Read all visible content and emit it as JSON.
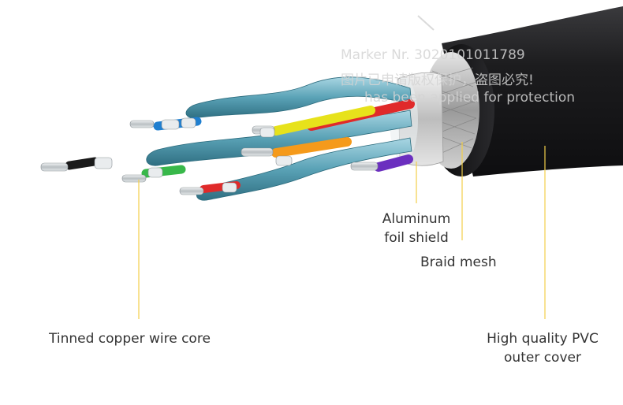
{
  "watermark": {
    "line1": "Marker Nr. 3020101011789",
    "line2": "图片已申请版权保护，盗图必究!",
    "line3": "has been applied for protection"
  },
  "callouts": {
    "tinned_copper": "Tinned copper wire core",
    "aluminum_foil_line1": "Aluminum",
    "aluminum_foil_line2": "foil shield",
    "braid_mesh": "Braid mesh",
    "pvc_line1": "High quality PVC",
    "pvc_line2": "outer cover"
  },
  "colors": {
    "leader_line": "#f2cf4a",
    "jacket": "#1c1c1e",
    "shield": "#6fb3c6",
    "wire_blue": "#1f7fd0",
    "wire_yellow": "#e7e21b",
    "wire_red": "#e02a2a",
    "wire_orange": "#f59a1b",
    "wire_green": "#38b84a",
    "wire_black": "#1a1a1a",
    "wire_purple": "#6b2fbf",
    "copper_tin": "#cfd4d6"
  }
}
